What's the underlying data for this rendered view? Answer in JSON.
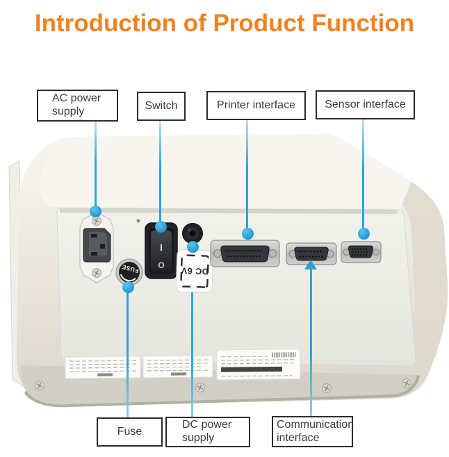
{
  "title": "Introduction of Product Function",
  "callout_labels": {
    "top": [
      {
        "id": "ac",
        "label": "AC power supply"
      },
      {
        "id": "switch",
        "label": "Switch"
      },
      {
        "id": "printer",
        "label": "Printer interface"
      },
      {
        "id": "sensor",
        "label": "Sensor interface"
      }
    ],
    "bottom": [
      {
        "id": "fuse",
        "label": "Fuse"
      },
      {
        "id": "dc",
        "label": "DC power supply"
      },
      {
        "id": "comm",
        "label": "Communication interface"
      }
    ]
  },
  "device_markings": {
    "dc_port_label": "DC 6V",
    "fuse_cap_label": "FUSE",
    "switch_on_mark": "I",
    "switch_off_mark": "O"
  },
  "colors": {
    "title_orange": "#F08221",
    "callout_line_blue": "#2DA4DC",
    "callout_dot_blue": "#1E95D3",
    "label_box_border": "#2B2B2B",
    "device_body_beige": "#E9E5DA",
    "rear_panel": "#EEF0E9"
  }
}
